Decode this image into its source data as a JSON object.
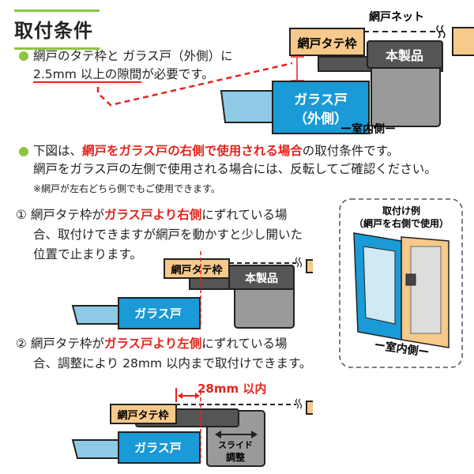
{
  "title": "取付条件",
  "condition1": {
    "line1": "網戸のタテ枠と ガラス戸（外側）に",
    "line2_underlined": "2.5mm 以上の隙間",
    "line2_rest": "が必要です。"
  },
  "top_diagram": {
    "net_label": "網戸ネット",
    "frame_label": "網戸タテ枠",
    "product_label": "本製品",
    "glass_label_1": "ガラス戸",
    "glass_label_2": "（外側）",
    "indoor_label": "ー室内側ー"
  },
  "condition2": {
    "prefix": "下図は、",
    "highlight": "網戸をガラス戸の右側で使用される場合",
    "suffix": "の取付条件です。",
    "line2": "網戸をガラス戸の左側で使用される場合には、反転してご確認ください。",
    "note": "※網戸が左右どちら側でもご使用できます。"
  },
  "case1": {
    "num": "①",
    "prefix": "網戸タテ枠が",
    "highlight": "ガラス戸より右側",
    "suffix": "にずれている場",
    "line2": "合、取付けできますが網戸を動かすと少し開いた",
    "line3": "位置で止まります。"
  },
  "case1_diagram": {
    "frame_label": "網戸タテ枠",
    "product_label": "本製品",
    "glass_label": "ガラス戸"
  },
  "example": {
    "title": "取付け例",
    "subtitle": "（網戸を右側で使用）",
    "indoor_label": "ー室内側ー"
  },
  "case2": {
    "num": "②",
    "prefix": "網戸タテ枠が",
    "highlight": "ガラス戸より左側",
    "suffix": "にずれている場",
    "line2": "合、調整により 28mm 以内まで取付けできます。"
  },
  "case2_diagram": {
    "limit_label": "28mm 以内",
    "frame_label": "網戸タテ枠",
    "glass_label": "ガラス戸",
    "slide_label_1": "スライド",
    "slide_label_2": "調整"
  },
  "colors": {
    "green": "#8cc63f",
    "red": "#e5231b",
    "blue": "#1a9ad6",
    "light_blue": "#8ecae6",
    "orange": "#f7c98b",
    "gray": "#9a9a9a",
    "dark_gray": "#555555"
  }
}
